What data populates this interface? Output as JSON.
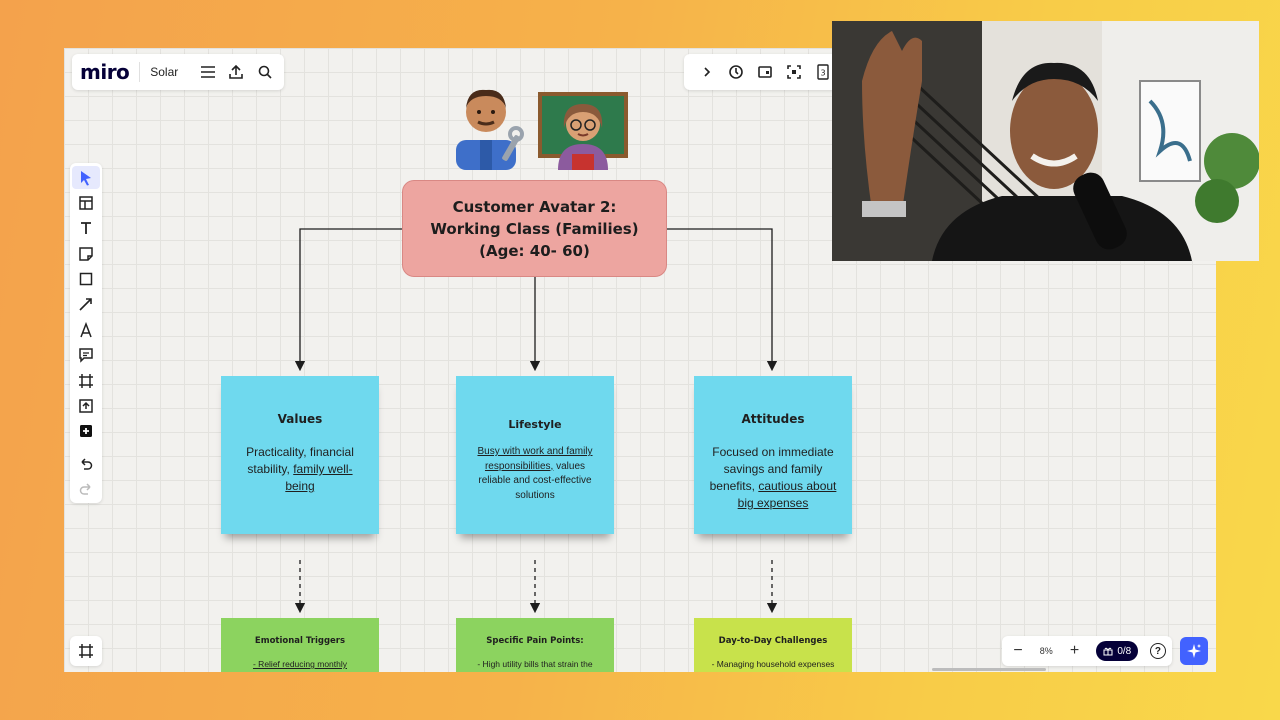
{
  "app": {
    "logo": "miro",
    "board_name": "Solar"
  },
  "top_toolbar": {
    "icons": [
      "menu-icon",
      "export-icon",
      "search-icon"
    ]
  },
  "top_right_toolbar": {
    "icons": [
      "chevron-right-icon",
      "timer-icon",
      "card-icon",
      "focus-icon",
      "count-icon"
    ],
    "count_label": "3"
  },
  "left_toolbar": {
    "tools": [
      "select",
      "templates",
      "text",
      "sticky-note",
      "shape",
      "pen-line",
      "pen",
      "comment",
      "frame",
      "upload",
      "more"
    ],
    "undo": "undo",
    "redo": "redo"
  },
  "zoom": {
    "minus": "−",
    "value": "8%",
    "plus": "+",
    "gift_count": "0/8",
    "help": "?"
  },
  "diagram": {
    "title_lines": [
      "Customer Avatar 2:",
      "Working Class (Families)",
      "(Age: 40- 60)"
    ],
    "title_color": "#eda5a0",
    "sticky_color": "#6fd9ee",
    "stickies": [
      {
        "title": "Values",
        "body_plain": "Practicality, financial stability, ",
        "body_underlined": "family well-being",
        "body_after": ""
      },
      {
        "title": "Lifestyle",
        "body_plain": "",
        "body_underlined": "Busy with work and family responsibilities,",
        "body_after": " values reliable and cost-effective solutions"
      },
      {
        "title": "Attitudes",
        "body_plain": "Focused on immediate savings and family benefits, ",
        "body_underlined": "cautious about big expenses",
        "body_after": ""
      }
    ],
    "bottom_notes": [
      {
        "title": "Emotional Triggers",
        "body": "- Relief  reducing monthly"
      },
      {
        "title": "Specific Pain Points:",
        "body": "- High utility bills that strain the"
      },
      {
        "title": "Day-to-Day Challenges",
        "body": "- Managing household expenses"
      }
    ]
  },
  "video": {
    "label": "presenter-webcam"
  }
}
